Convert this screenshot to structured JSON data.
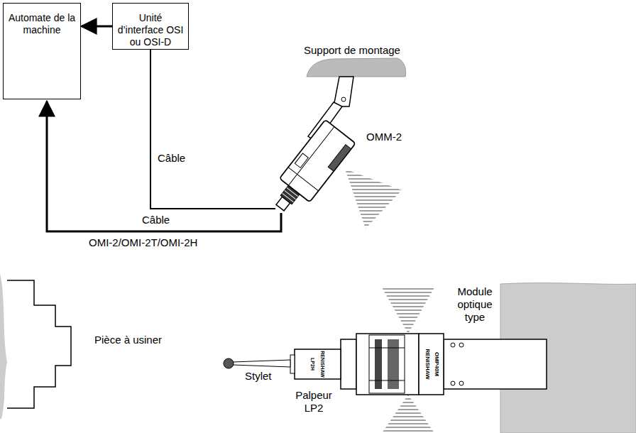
{
  "diagram": {
    "nodes": [
      {
        "text": [
          "Automate de la machine"
        ]
      },
      {
        "text": [
          "Unité d’interface OSI ou OSI-D"
        ]
      }
    ],
    "edges": [
      {
        "from": 1,
        "to": 0,
        "arrow": "to"
      }
    ],
    "labels": [
      "Support de montage",
      "Câble",
      "OMM-2",
      "Câble",
      "OMI-2/OMI-2T/OMI-2H",
      "Pièce à usiner",
      "Module optique type",
      "Stylet",
      "Palpeur LP2",
      "RENISHAW",
      "LP2H",
      "RENISHAW",
      "OMP40M"
    ]
  }
}
